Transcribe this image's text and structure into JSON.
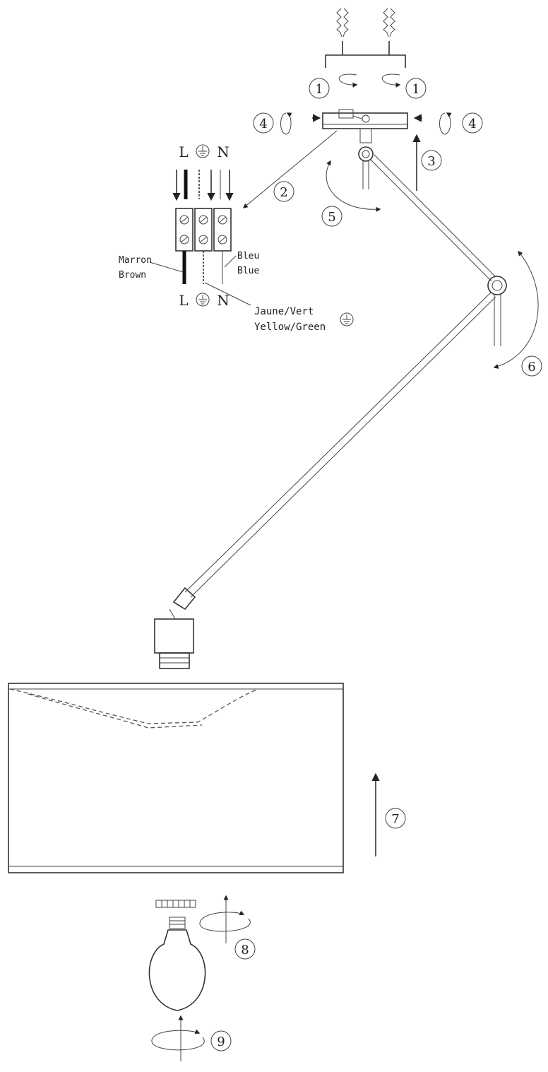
{
  "steps": {
    "s1_left": "1",
    "s1_right": "1",
    "s2": "2",
    "s3": "3",
    "s4_left": "4",
    "s4_right": "4",
    "s5": "5",
    "s6": "6",
    "s7": "7",
    "s8": "8",
    "s9": "9"
  },
  "wiring": {
    "top_l": "L",
    "top_n": "N",
    "bottom_l": "L",
    "bottom_n": "N",
    "brown_fr": "Marron",
    "brown_en": "Brown",
    "blue_fr": "Bleu",
    "blue_en": "Blue",
    "earth_fr": "Jaune/Vert",
    "earth_en": "Yellow/Green"
  },
  "colors": {
    "line": "#333333",
    "background": "#ffffff"
  }
}
